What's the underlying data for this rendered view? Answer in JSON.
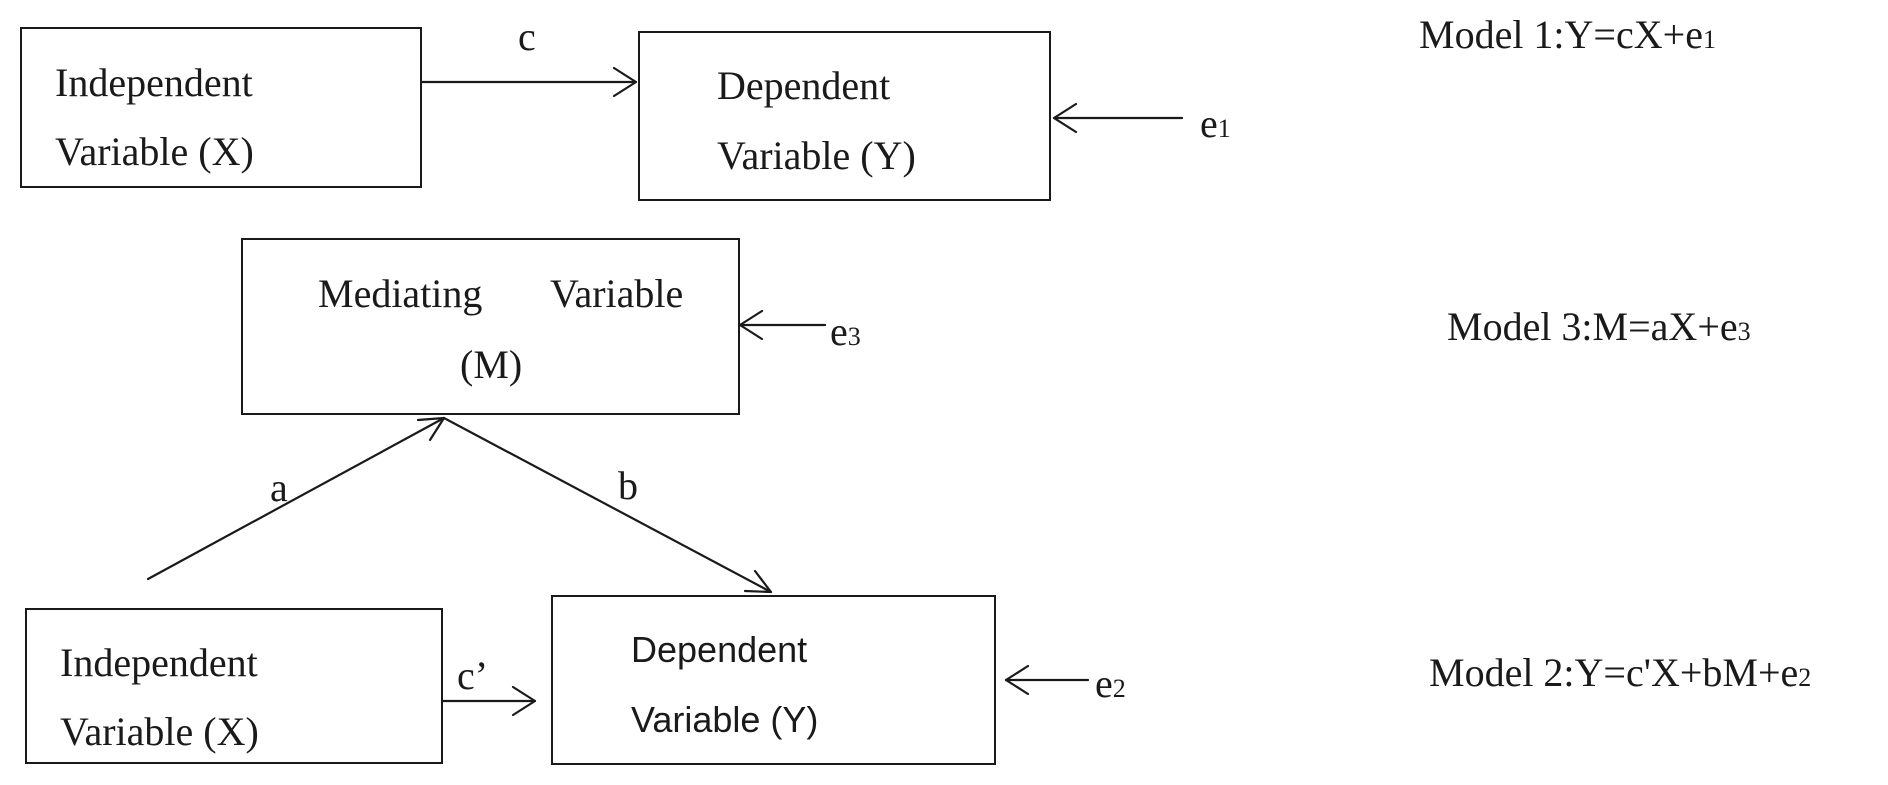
{
  "model1": {
    "x_line1": "Independent",
    "x_line2": "Variable (X)",
    "y_line1": "Dependent",
    "y_line2": "Variable (Y)",
    "path_label": "c",
    "error_label": "e",
    "error_sub": "1",
    "equation": "Model 1:Y=cX+e",
    "equation_sub": "1"
  },
  "model3": {
    "m_line1": "Mediating",
    "m_line1b": "Variable",
    "m_line2": "(M)",
    "error_label": "e",
    "error_sub": "3",
    "equation": "Model 3:M=aX+e",
    "equation_sub": "3"
  },
  "model2": {
    "x_line1": "Independent",
    "x_line2": "Variable (X)",
    "y_line1": "Dependent",
    "y_line2": "Variable (Y)",
    "path_a": "a",
    "path_b": "b",
    "path_c_prime": "c’",
    "error_label": "e",
    "error_sub": "2",
    "equation": "Model 2:Y=c'X+bM+e",
    "equation_sub": "2"
  }
}
